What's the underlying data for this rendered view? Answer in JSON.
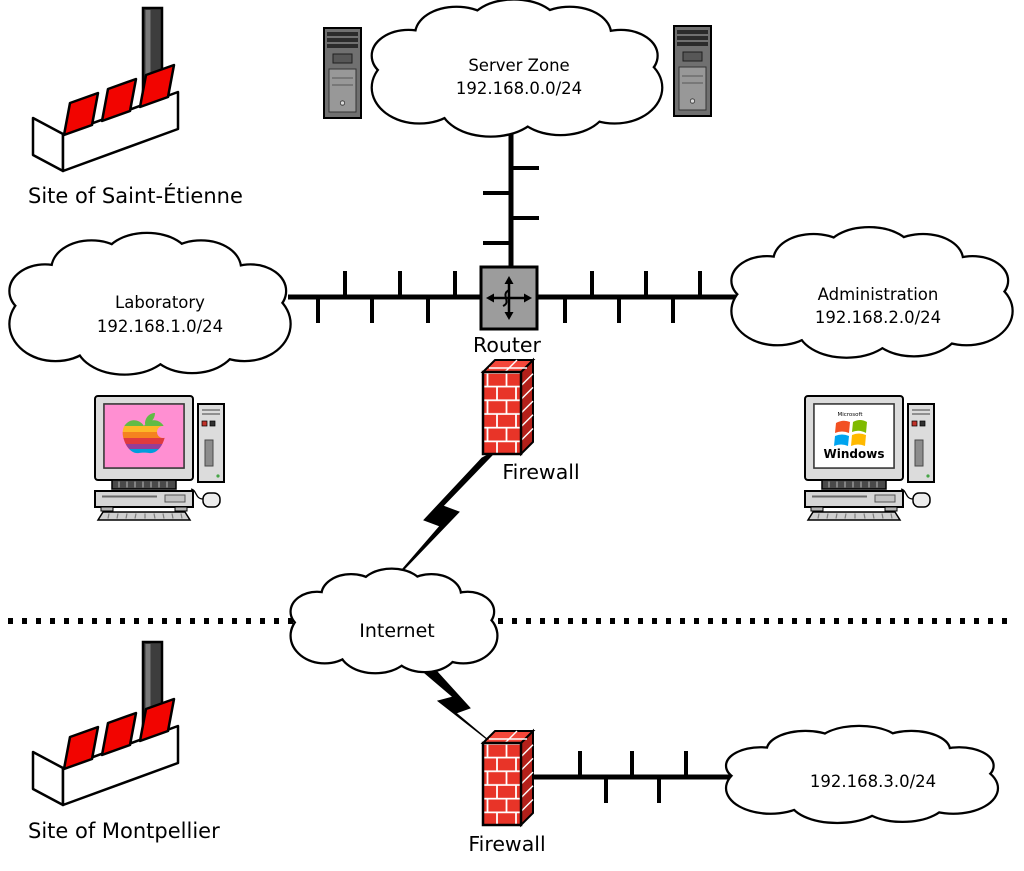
{
  "diagram": {
    "sites": {
      "top": {
        "label": "Site of Saint-Étienne"
      },
      "bottom": {
        "label": "Site of Montpellier"
      }
    },
    "networks": {
      "server_zone": {
        "title": "Server Zone",
        "subnet": "192.168.0.0/24"
      },
      "laboratory": {
        "title": "Laboratory",
        "subnet": "192.168.1.0/24"
      },
      "administration": {
        "title": "Administration",
        "subnet": "192.168.2.0/24"
      },
      "internet": {
        "title": "Internet"
      },
      "montpellier_lan": {
        "subnet": "192.168.3.0/24"
      }
    },
    "devices": {
      "router": {
        "label": "Router"
      },
      "firewall_top": {
        "label": "Firewall"
      },
      "firewall_bottom": {
        "label": "Firewall"
      },
      "windows_pc": {
        "brand": "Microsoft",
        "os": "Windows"
      }
    },
    "colors": {
      "factory_red": "#f20400",
      "brick_red": "#e83428",
      "brick_top": "#f4473a",
      "brick_side": "#b3201a",
      "router_gray": "#9c9c9c",
      "screen_pink": "#ff8fd2",
      "windows_flag": {
        "red": "#f25022",
        "green": "#7fba00",
        "blue": "#00a4ef",
        "yellow": "#ffb900"
      },
      "apple_stripes": {
        "green": "#61bb46",
        "yellow": "#fdb827",
        "orange": "#f5821f",
        "red": "#e03a3e",
        "purple": "#963d97",
        "blue": "#009ddc"
      }
    }
  }
}
